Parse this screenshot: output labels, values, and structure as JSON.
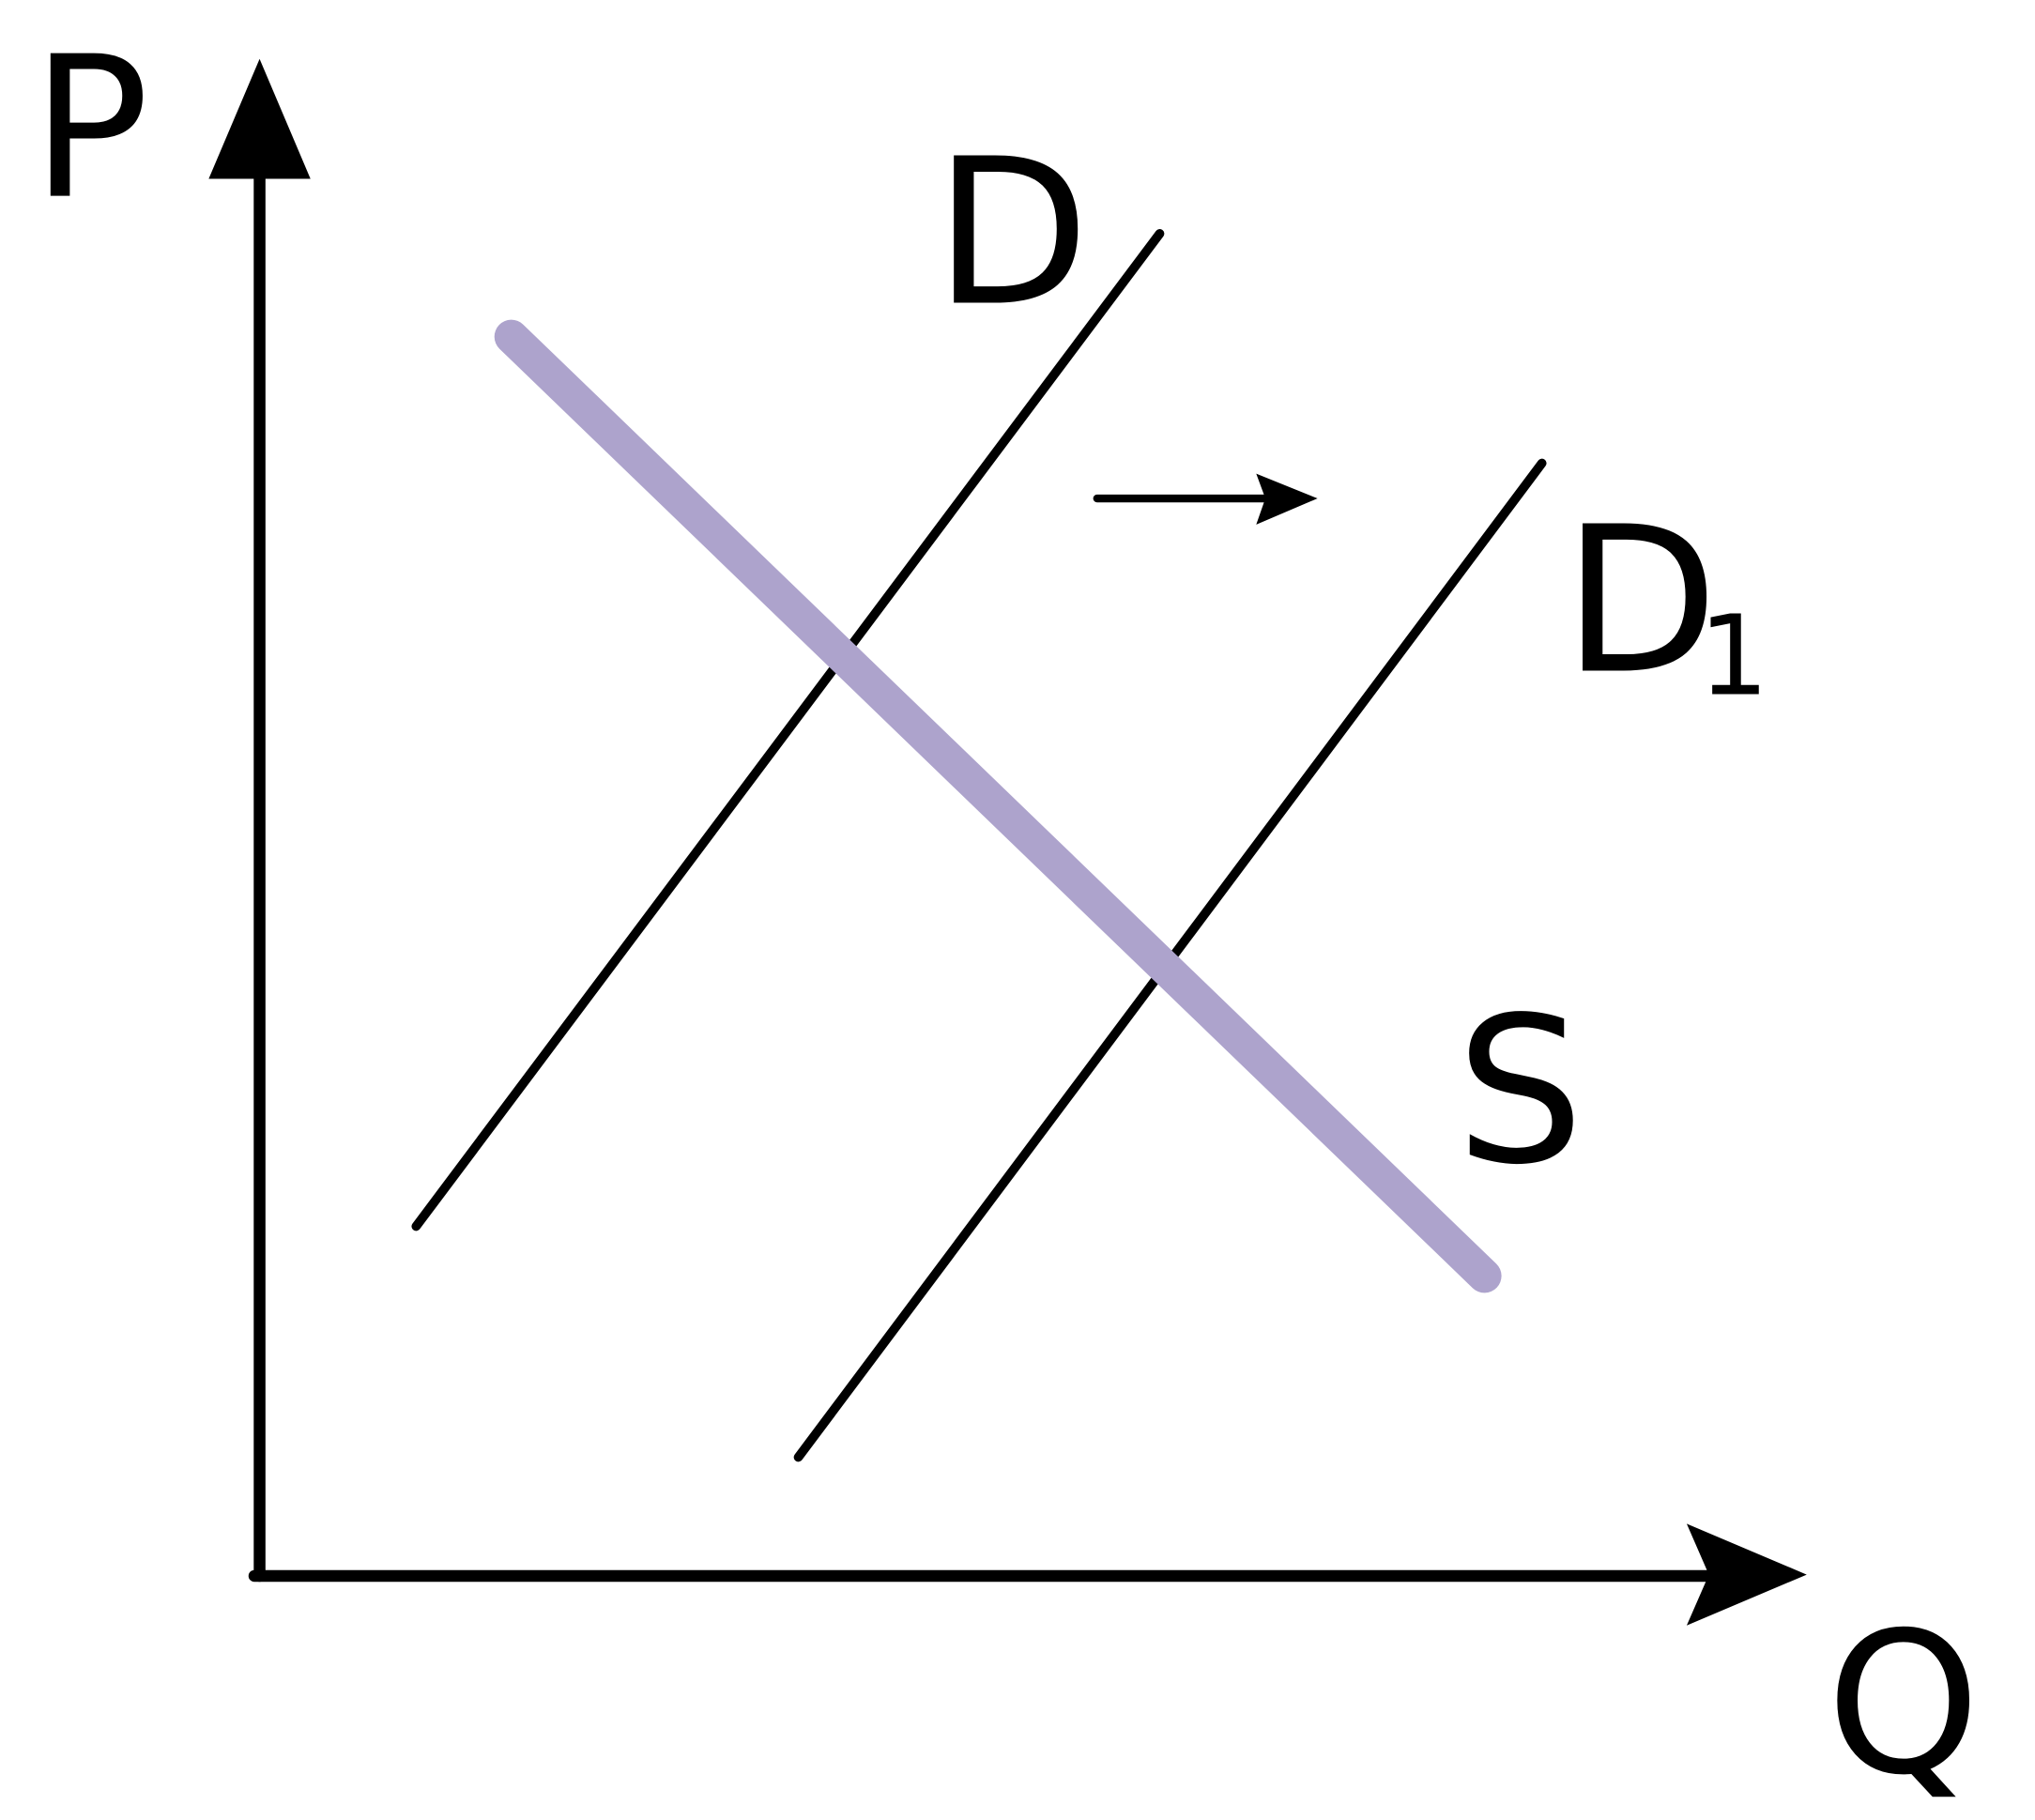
{
  "diagram": {
    "type": "supply-demand shift",
    "axes": {
      "y_label": "P",
      "x_label": "Q"
    },
    "curves": [
      {
        "label": "D",
        "color": "#000000"
      },
      {
        "label": "D",
        "subscript": "1",
        "color": "#000000"
      },
      {
        "label": "S",
        "color": "#ada3cc"
      }
    ],
    "shift_direction": "right"
  }
}
